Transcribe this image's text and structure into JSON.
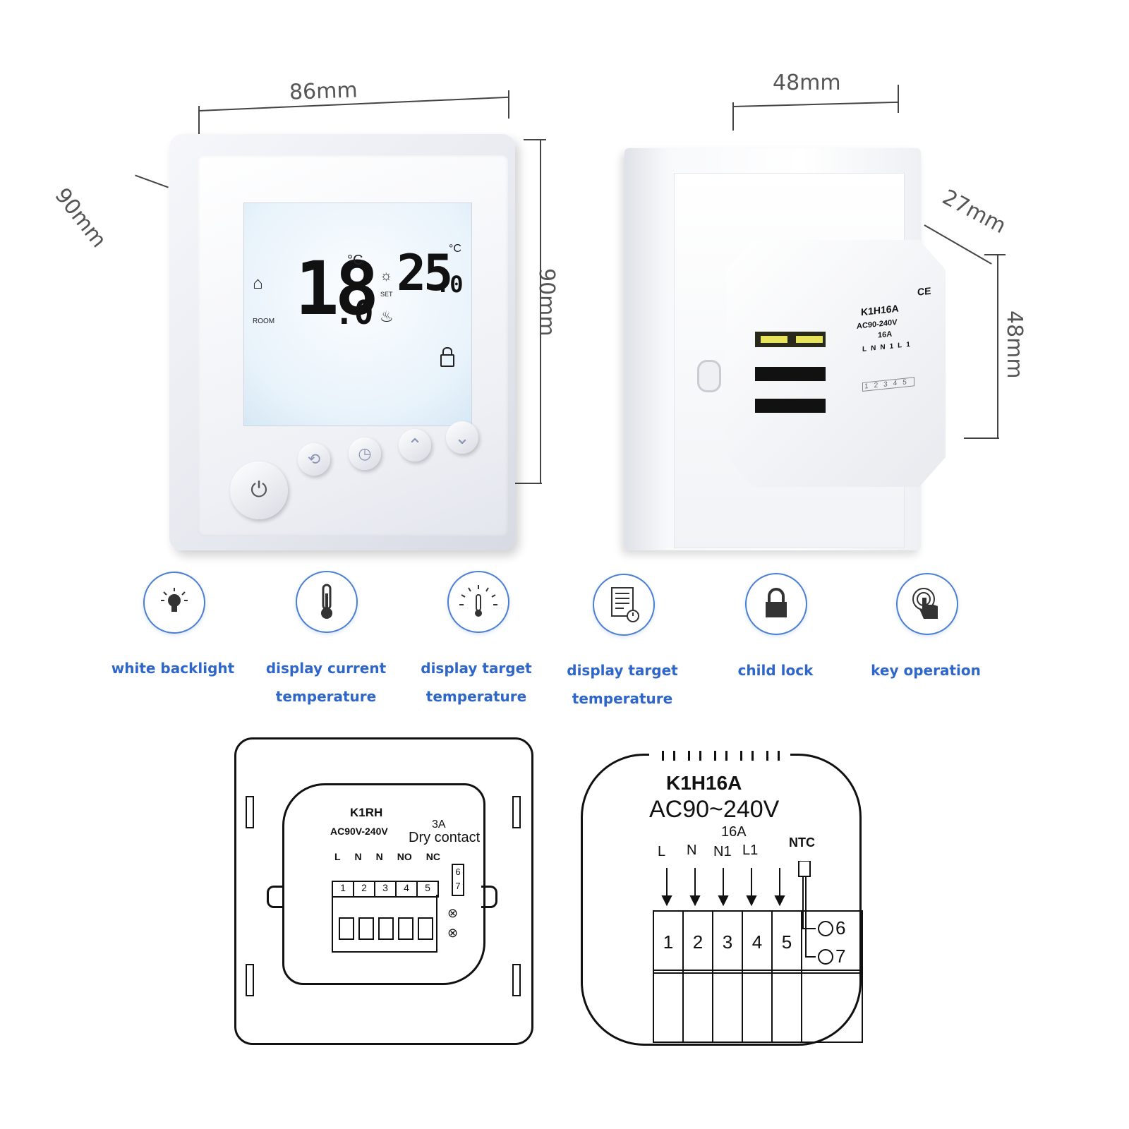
{
  "dimensions": {
    "front_width": "86mm",
    "front_height": "90mm",
    "front_depth": "90mm",
    "back_width": "48mm",
    "back_depth": "27mm",
    "back_height": "48mm"
  },
  "lcd": {
    "room_temp_main": "18",
    "room_temp_decimal": ".0",
    "room_unit": "°C",
    "room_label": "ROOM",
    "set_temp_main": "25",
    "set_temp_decimal": ".0",
    "set_unit": "°C",
    "set_label": "SET"
  },
  "back_module": {
    "model": "K1H16A",
    "voltage": "AC90-240V",
    "current": "16A",
    "ce_mark": "CE",
    "terminals": [
      "L",
      "N",
      "N1",
      "L1"
    ],
    "numbers": [
      "1",
      "2",
      "3",
      "4",
      "5"
    ]
  },
  "features": [
    {
      "label_line1": "white backlight",
      "label_line2": "",
      "icon": "bulb-icon"
    },
    {
      "label_line1": "display current",
      "label_line2": "temperature",
      "icon": "thermometer-icon"
    },
    {
      "label_line1": "display target",
      "label_line2": "temperature",
      "icon": "gauge-icon"
    },
    {
      "label_line1": "display target",
      "label_line2": "temperature",
      "icon": "document-icon"
    },
    {
      "label_line1": "child lock",
      "label_line2": "",
      "icon": "lock-icon"
    },
    {
      "label_line1": "key operation",
      "label_line2": "",
      "icon": "touch-icon"
    }
  ],
  "diagram_left": {
    "model": "K1RH",
    "voltage": "AC90V-240V",
    "rating": "3A",
    "contact": "Dry contact",
    "labels": [
      "L",
      "N",
      "N",
      "NO",
      "NC"
    ],
    "numbers": [
      "1",
      "2",
      "3",
      "4",
      "5"
    ],
    "extra_numbers": [
      "6",
      "7"
    ]
  },
  "diagram_right": {
    "model": "K1H16A",
    "voltage": "AC90~240V",
    "current": "16A",
    "labels": [
      "L",
      "N",
      "N1",
      "L1"
    ],
    "ntc": "NTC",
    "numbers": [
      "1",
      "2",
      "3",
      "4",
      "5"
    ],
    "ntc_numbers": [
      "6",
      "7"
    ]
  }
}
